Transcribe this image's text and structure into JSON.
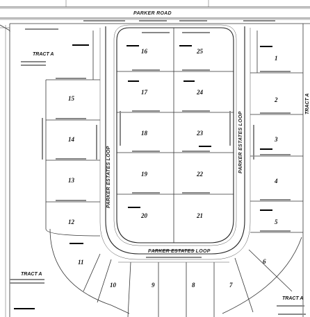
{
  "roads": {
    "north": "PARKER ROAD",
    "loop_bottom": "PARKER ESTATES LOOP",
    "loop_west": "PARKER ESTATES LOOP",
    "loop_east": "PARKER ESTATES LOOP"
  },
  "tracts": {
    "northwest": "TRACT A",
    "southwest": "TRACT A",
    "southeast": "TRACT A",
    "east": "TRACT A"
  },
  "lots": {
    "l1": "1",
    "l2": "2",
    "l3": "3",
    "l4": "4",
    "l5": "5",
    "l6": "6",
    "l7": "7",
    "l8": "8",
    "l9": "9",
    "l10": "10",
    "l11": "11",
    "l12": "12",
    "l13": "13",
    "l14": "14",
    "l15": "15",
    "l16": "16",
    "l17": "17",
    "l18": "18",
    "l19": "19",
    "l20": "20",
    "l21": "21",
    "l22": "22",
    "l23": "23",
    "l24": "24",
    "l25": "25"
  }
}
